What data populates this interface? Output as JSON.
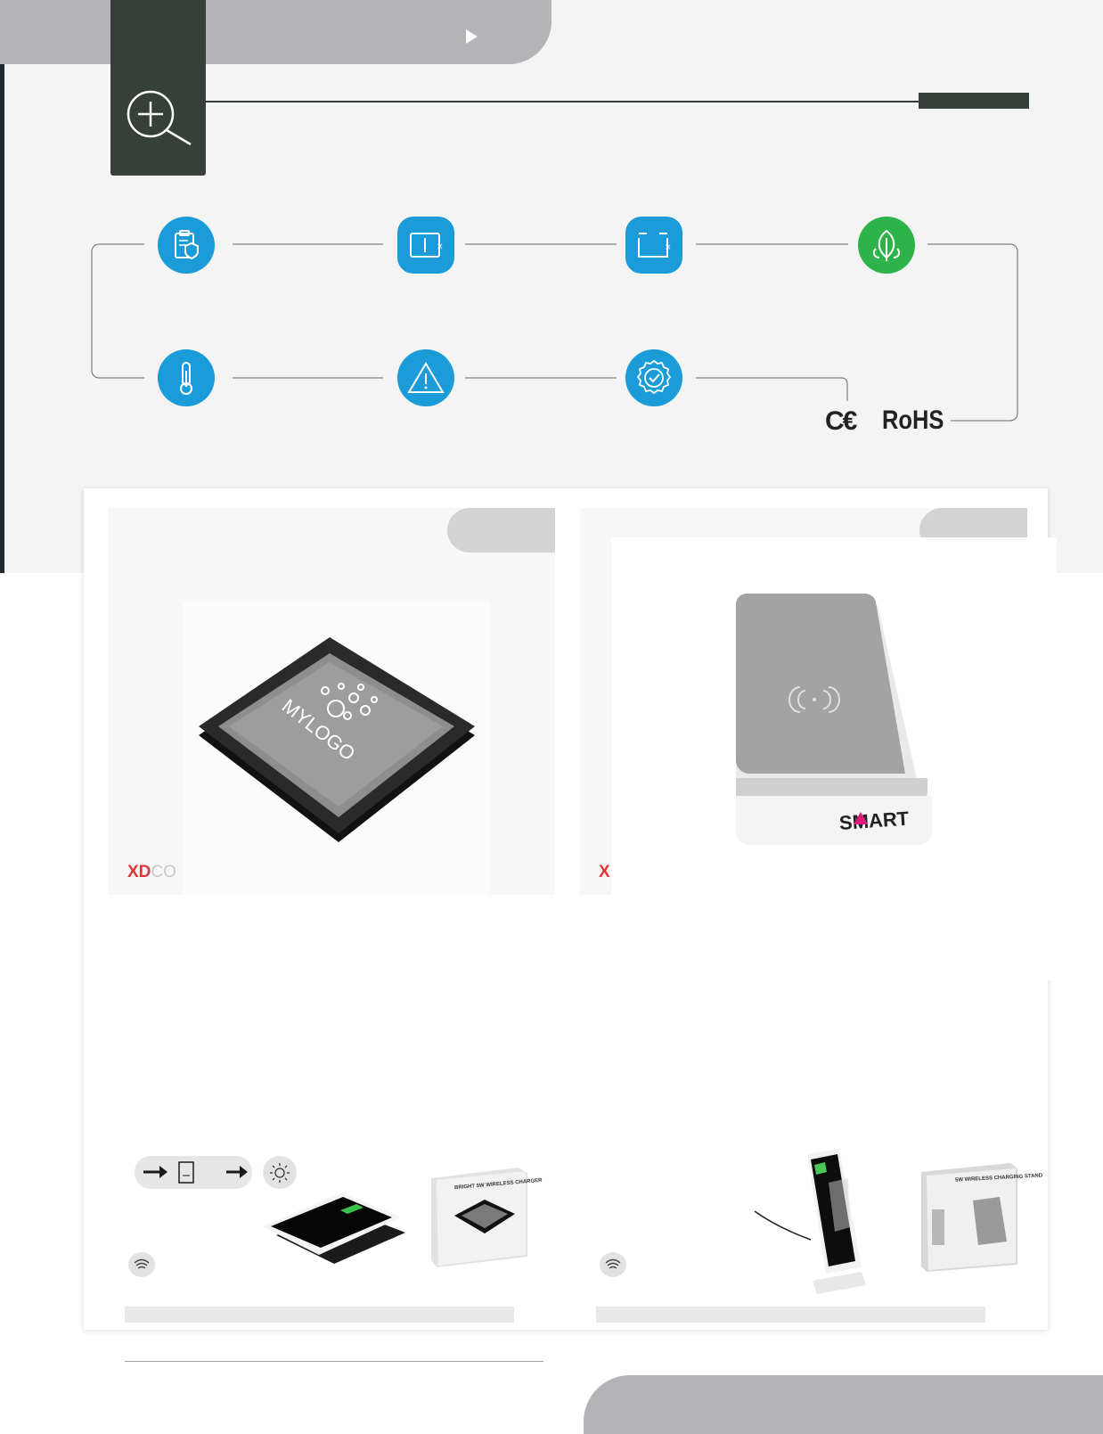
{
  "header": {
    "play_icon": "play-icon",
    "zoom_icon": "zoom-in-icon"
  },
  "features": {
    "row1": [
      {
        "icon": "clipboard-shield-icon",
        "color": "#1b9bd7"
      },
      {
        "icon": "battery-x-icon",
        "color": "#1b9bd7"
      },
      {
        "icon": "tray-x-icon",
        "color": "#1b9bd7"
      },
      {
        "icon": "leaf-icon",
        "color": "#2cb34a"
      }
    ],
    "row2": [
      {
        "icon": "thermometer-icon",
        "color": "#1b9bd7"
      },
      {
        "icon": "warning-icon",
        "color": "#1b9bd7"
      },
      {
        "icon": "verified-badge-icon",
        "color": "#1b9bd7"
      }
    ],
    "ce_mark": "C€",
    "rohs_mark": "RoHS"
  },
  "products": [
    {
      "brand_primary": "XD",
      "brand_secondary": "CO",
      "product_logo_text": "MYLOGO",
      "box_label": "BRIGHT 5W WIRELESS CHARGER"
    },
    {
      "brand_primary": "X",
      "product_logo_text": "SMART",
      "box_label": "5W WIRELESS CHARGING STAND"
    }
  ],
  "colors": {
    "dark_green": "#364039",
    "grey_tab": "#b4b3b8",
    "blue": "#1b9bd7",
    "green": "#2cb34a",
    "brand_red": "#e03438",
    "magenta": "#e0187a"
  }
}
